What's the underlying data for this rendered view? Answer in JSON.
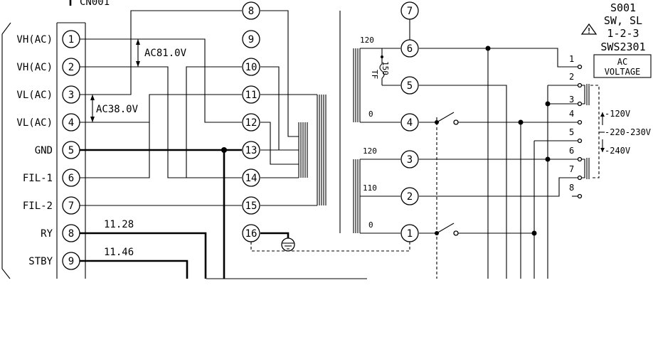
{
  "connector": {
    "name": "CN001",
    "pins": [
      {
        "num": "1",
        "label": "VH(AC)"
      },
      {
        "num": "2",
        "label": "VH(AC)"
      },
      {
        "num": "3",
        "label": "VL(AC)"
      },
      {
        "num": "4",
        "label": "VL(AC)"
      },
      {
        "num": "5",
        "label": "GND"
      },
      {
        "num": "6",
        "label": "FIL-1"
      },
      {
        "num": "7",
        "label": "FIL-2"
      },
      {
        "num": "8",
        "label": "RY"
      },
      {
        "num": "9",
        "label": "STBY"
      }
    ]
  },
  "voltages": {
    "vh": "AC81.0V",
    "vl": "AC38.0V",
    "ry": "11.28",
    "stby": "11.46"
  },
  "transformer": {
    "terminals": [
      "8",
      "9",
      "10",
      "11",
      "12",
      "13",
      "14",
      "15",
      "16"
    ],
    "primary": [
      "7",
      "6",
      "5",
      "4",
      "3",
      "2",
      "1"
    ],
    "labels": {
      "upper_120": "120",
      "upper_0": "0",
      "thermal_fuse": "TF",
      "thermal_temp": "150",
      "lower_120": "120",
      "lower_110": "110",
      "lower_0": "0"
    }
  },
  "switch": {
    "ref": "S001",
    "type": "SW, SL",
    "positions": "1-2-3",
    "part": "SWS2301",
    "function_line1": "AC",
    "function_line2": "VOLTAGE",
    "warning_symbol": "!",
    "pins": [
      "1",
      "2",
      "3",
      "4",
      "5",
      "6",
      "7",
      "8"
    ],
    "settings": [
      "-120V",
      "-220-230V",
      "-240V"
    ]
  }
}
